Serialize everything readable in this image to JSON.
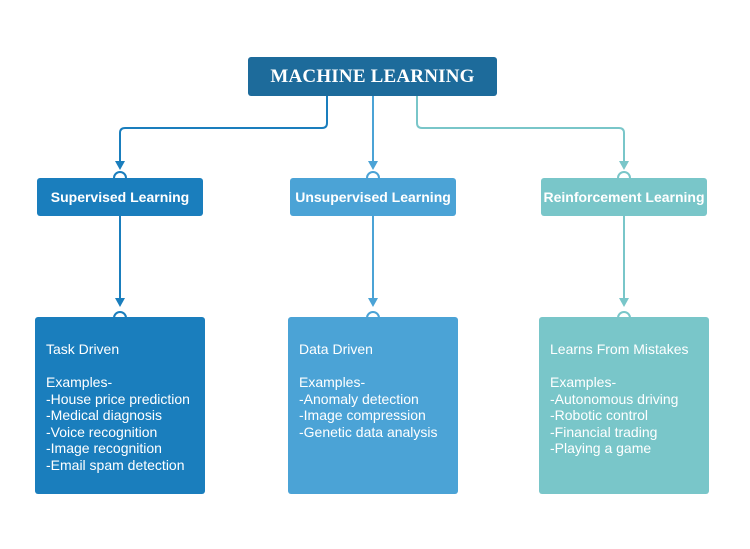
{
  "title": "MACHINE LEARNING",
  "colors": {
    "root": "#1d6b9b",
    "supervised": "#1a7ebd",
    "unsupervised": "#4ba3d6",
    "reinforcement": "#79c6c9"
  },
  "branches": [
    {
      "name": "Supervised Learning",
      "driver": "Task Driven",
      "examples_heading": "Examples-",
      "examples": [
        "-House price prediction",
        "-Medical diagnosis",
        "-Voice recognition",
        "-Image recognition",
        "-Email spam detection"
      ]
    },
    {
      "name": "Unsupervised Learning",
      "driver": "Data Driven",
      "examples_heading": "Examples-",
      "examples": [
        "-Anomaly detection",
        "-Image compression",
        "-Genetic data analysis"
      ]
    },
    {
      "name": "Reinforcement Learning",
      "driver": "Learns From Mistakes",
      "examples_heading": "Examples-",
      "examples": [
        "-Autonomous driving",
        "-Robotic control",
        "-Financial trading",
        "-Playing a game"
      ]
    }
  ]
}
